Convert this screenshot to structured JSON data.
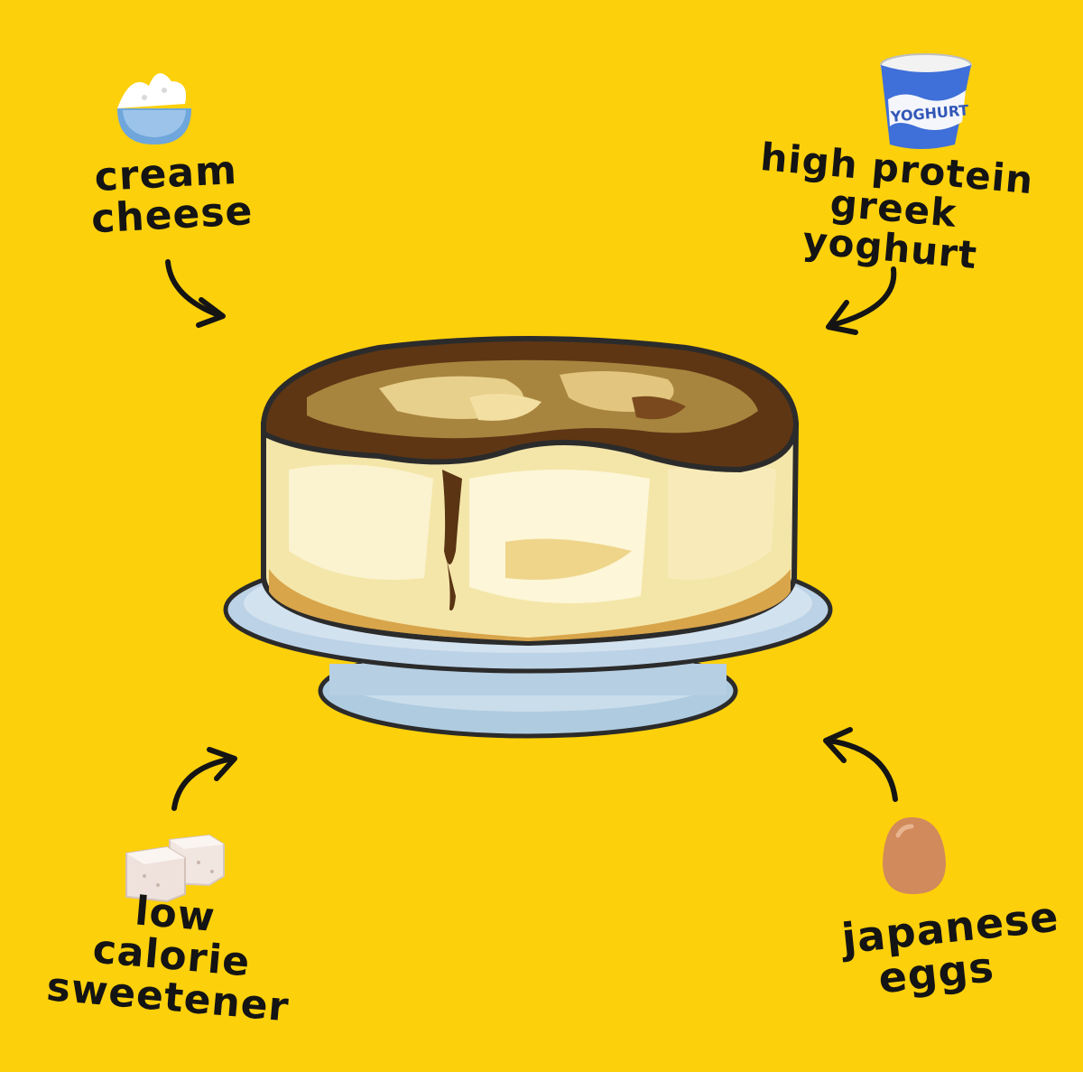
{
  "background_color": "#FCD00B",
  "ingredients": [
    {
      "id": "cream",
      "icon": "cream-cheese-bowl-icon",
      "lines": [
        "cream",
        "cheese"
      ]
    },
    {
      "id": "yoghurt",
      "icon": "yoghurt-tub-icon",
      "lines": [
        "high protein",
        "greek yoghurt"
      ],
      "tub_text": "YOGHURT"
    },
    {
      "id": "sweetener",
      "icon": "sugar-cubes-icon",
      "lines": [
        "low calorie",
        "sweetener"
      ]
    },
    {
      "id": "eggs",
      "icon": "egg-icon",
      "lines": [
        "japanese",
        "eggs"
      ]
    }
  ],
  "center_icon": "cheesecake-on-stand-icon"
}
